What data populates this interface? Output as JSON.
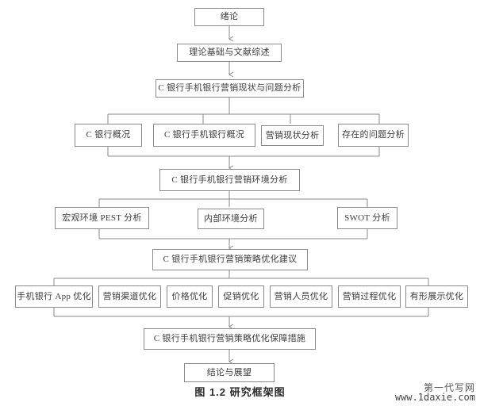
{
  "figure": {
    "caption": "图 1.2  研究框架图",
    "watermark_cn": "第一代写网",
    "watermark_url": "www.1daxie.com",
    "line_color": "#8a8a8a",
    "text_color": "#3d3d3d",
    "background": "#ffffff"
  },
  "chart_data": {
    "type": "diagram",
    "title": "图 1.2  研究框架图",
    "orientation": "top-to-bottom",
    "levels": [
      {
        "id": "l1",
        "nodes": [
          "绪论"
        ]
      },
      {
        "id": "l2",
        "nodes": [
          "理论基础与文献综述"
        ]
      },
      {
        "id": "l3",
        "nodes": [
          "C 银行手机银行营销现状与问题分析"
        ]
      },
      {
        "id": "l4",
        "nodes": [
          "C 银行概况",
          "C 银行手机银行概况",
          "营销现状分析",
          "存在的问题分析"
        ]
      },
      {
        "id": "l5",
        "nodes": [
          "C 银行手机银行营销环境分析"
        ]
      },
      {
        "id": "l6",
        "nodes": [
          "宏观环境 PEST 分析",
          "内部环境分析",
          "SWOT 分析"
        ]
      },
      {
        "id": "l7",
        "nodes": [
          "C 银行手机银行营销策略优化建议"
        ]
      },
      {
        "id": "l8",
        "nodes": [
          "手机银行 App 优化",
          "营销渠道优化",
          "价格优化",
          "促销优化",
          "营销人员优化",
          "营销过程优化",
          "有形展示优化"
        ]
      },
      {
        "id": "l9",
        "nodes": [
          "C 银行手机银行营销策略优化保障措施"
        ]
      },
      {
        "id": "l10",
        "nodes": [
          "结论与展望"
        ]
      }
    ]
  },
  "nodes": {
    "intro": "绪论",
    "theory": "理论基础与文献综述",
    "status_problem": "C 银行手机银行营销现状与问题分析",
    "bank_overview": "C 银行概况",
    "mobile_bank_overview": "C 银行手机银行概况",
    "marketing_status": "营销现状分析",
    "existing_problems": "存在的问题分析",
    "env_analysis": "C 银行手机银行营销环境分析",
    "pest": "宏观环境 PEST 分析",
    "internal_env": "内部环境分析",
    "swot": "SWOT 分析",
    "strategy_suggestions": "C 银行手机银行营销策略优化建议",
    "app_opt": "手机银行 App 优化",
    "channel_opt": "营销渠道优化",
    "price_opt": "价格优化",
    "promotion_opt": "促销优化",
    "people_opt": "营销人员优化",
    "process_opt": "营销过程优化",
    "physical_opt": "有形展示优化",
    "safeguards": "C 银行手机银行营销策略优化保障措施",
    "conclusion": "结论与展望"
  }
}
